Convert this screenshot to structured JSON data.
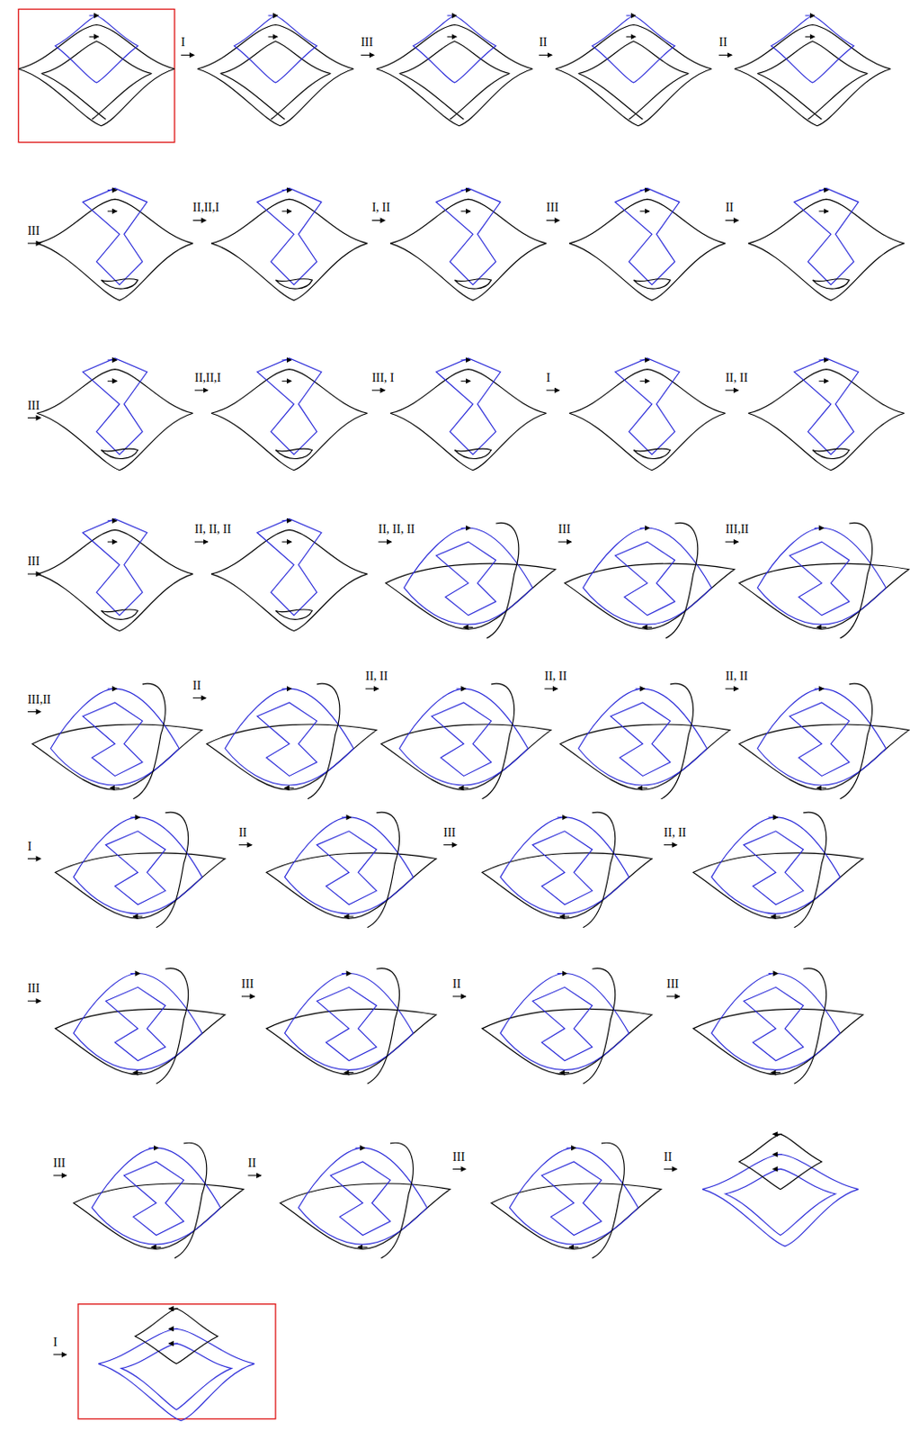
{
  "diagram": {
    "labels": [
      "I",
      "III",
      "II",
      "II",
      "III",
      "II,II,I",
      "I, II",
      "III",
      "II",
      "III",
      "II,II,I",
      "III, I",
      "I",
      "II, II",
      "III",
      "II, II, II",
      "II, II, II",
      "III",
      "III,II",
      "III,II",
      "II",
      "II, II",
      "II, II",
      "II, II",
      "I",
      "II",
      "III",
      "II, II",
      "III",
      "III",
      "II",
      "III",
      "III",
      "II",
      "III",
      "II",
      "I"
    ]
  }
}
